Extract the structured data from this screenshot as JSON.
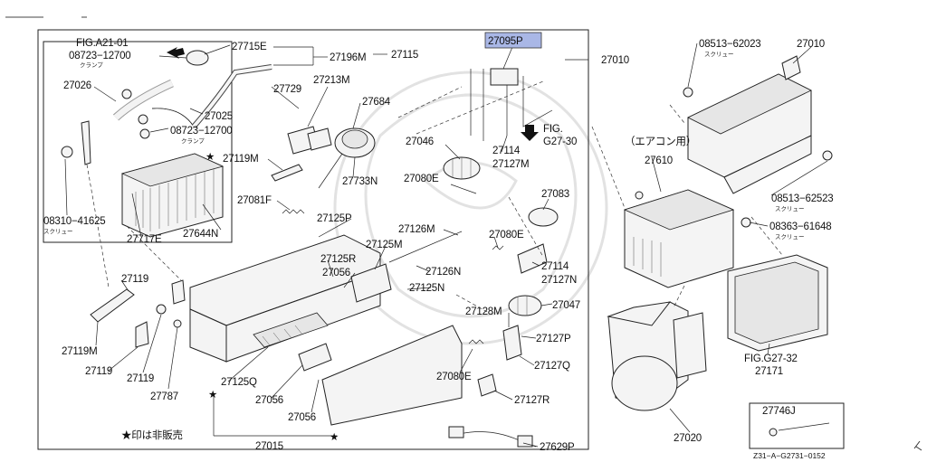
{
  "highlight_color": "#a9b7e6",
  "labels": {
    "fig_a21": "FIG.A21-01",
    "p08723_top": "08723−12700",
    "clamp_top": "クランプ",
    "p27715e": "27715E",
    "p27196m": "27196M",
    "p27115": "27115",
    "p27026": "27026",
    "p27025": "27025",
    "p08723_mid": "08723−12700",
    "clamp_mid": "クランプ",
    "p08310": "08310−41625",
    "screw_left": "スクリュー",
    "p27717e": "27717E",
    "p27644n": "27644N",
    "p27729": "27729",
    "p27213m": "27213M",
    "p27684": "27684",
    "p27119m_top": "27119M",
    "p27733n": "27733N",
    "p27081f": "27081F",
    "p27095p": "27095P",
    "p27010_main": "27010",
    "fig_g27_30_a": "FIG.",
    "fig_g27_30_b": "G27-30",
    "p27046": "27046",
    "p27114_top": "27114",
    "p27127m": "27127M",
    "p27080e_top": "27080E",
    "p27083": "27083",
    "p27125p": "27125P",
    "p27126m": "27126M",
    "p27125m": "27125M",
    "p27125r": "27125R",
    "p27080e_mid": "27080E",
    "p27056_top": "27056",
    "p27126n": "27126N",
    "p27114_mid": "27114",
    "p27125n": "27125N",
    "p27127n": "27127N",
    "p27119_a": "27119",
    "p27128m": "27128M",
    "p27047": "27047",
    "p27119m_bot": "27119M",
    "p27127p": "27127P",
    "p27119_b": "27119",
    "p27119_c": "27119",
    "p27125q": "27125Q",
    "p27127q": "27127Q",
    "p27787": "27787",
    "p27056_mid": "27056",
    "p27080e_bot": "27080E",
    "p27127r": "27127R",
    "p27056_bot": "27056",
    "note": "★印は非販売",
    "p27015": "27015",
    "p27629p": "27629P",
    "p08513_top": "08513−62023",
    "screw_r1": "スクリュー",
    "p27010_right": "27010",
    "aircon": "（エアコン用）",
    "p27610": "27610",
    "p08513_bot": "08513−62523",
    "screw_r2": "スクリュー",
    "p08363": "08363−61648",
    "screw_r3": "スクリュー",
    "fig_g27_32": "FIG.G27-32",
    "p27171": "27171",
    "p27020": "27020",
    "p27746j": "27746J",
    "drawing_ref": "Z31−A−G2731−0152"
  }
}
